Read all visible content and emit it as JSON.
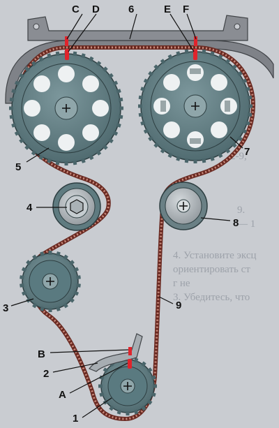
{
  "background_text": [
    "2-9,",
    "",
    "",
    "9.",
    "— 1",
    "4. Установите эксц",
    "ориентировать ст",
    "г не",
    "3. Убедитесь, что",
    "",
    "",
    ""
  ],
  "callouts": {
    "C": "C",
    "D": "D",
    "six": "6",
    "E": "E",
    "F": "F",
    "five": "5",
    "seven": "7",
    "four": "4",
    "eight": "8",
    "three": "3",
    "nine": "9",
    "B": "B",
    "two": "2",
    "A": "A",
    "one": "1"
  },
  "colors": {
    "belt": "#6a2a22",
    "gear": "#5a7a80",
    "gear_dark": "#3c565b",
    "hole": "#eef1f2",
    "mark": "#e0242c",
    "cover": "#7f8288",
    "pulley": "#aeb4b8"
  }
}
